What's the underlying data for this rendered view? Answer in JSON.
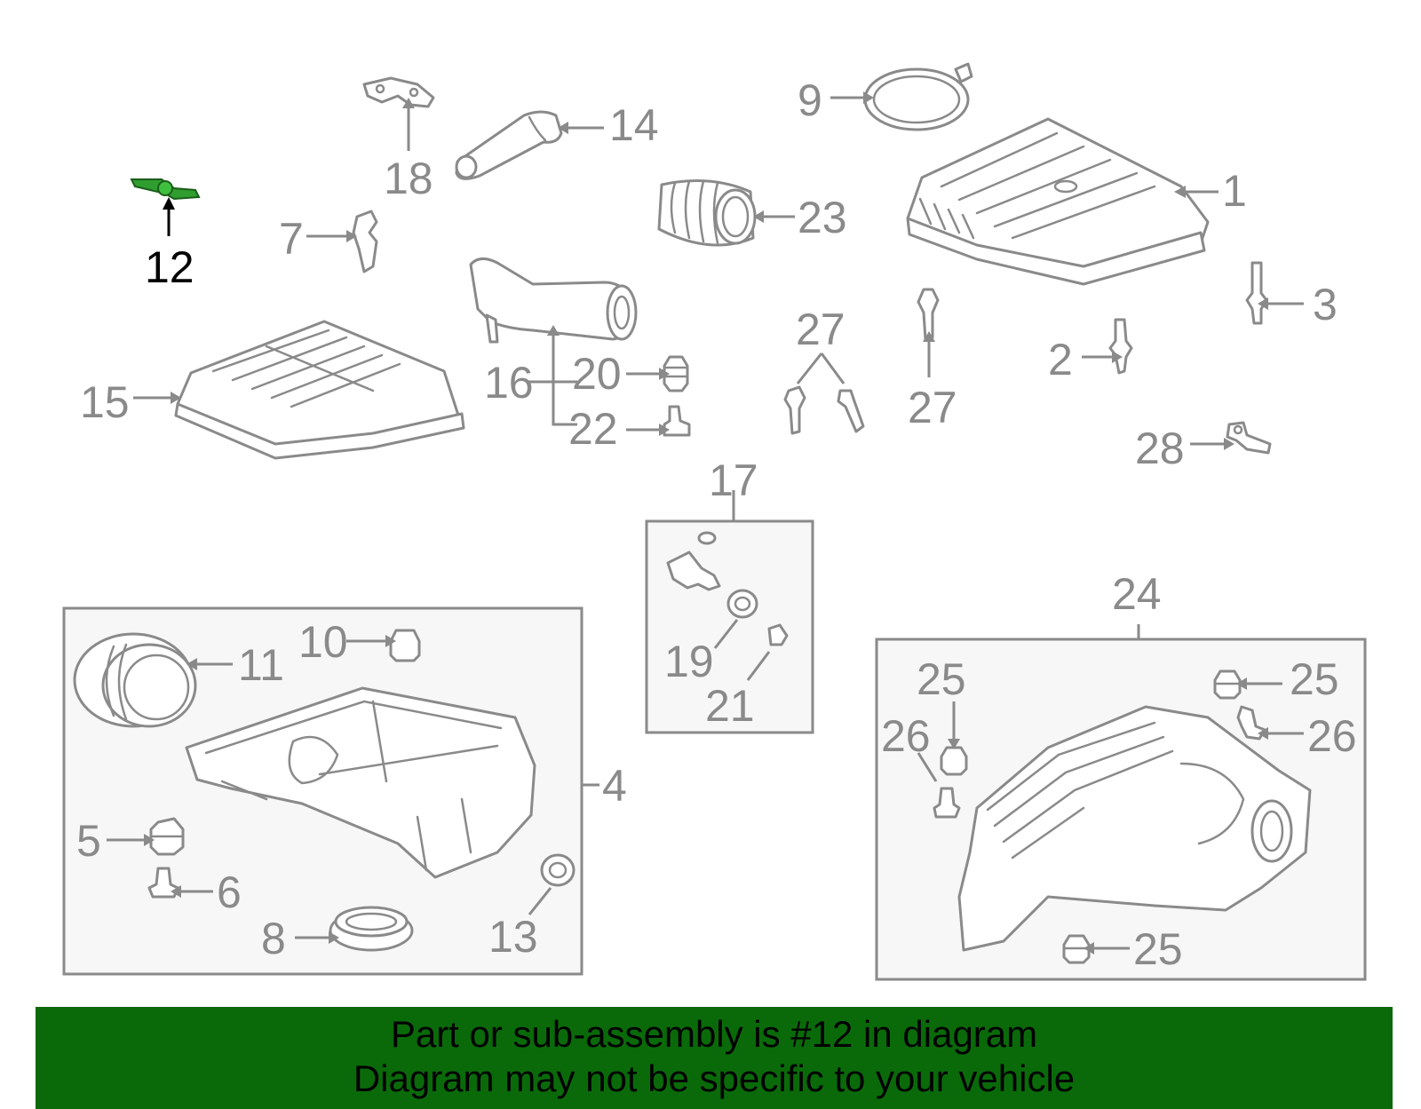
{
  "labels": {
    "p1": "1",
    "p2": "2",
    "p3": "3",
    "p4": "4",
    "p5": "5",
    "p6": "6",
    "p7": "7",
    "p8": "8",
    "p9": "9",
    "p10": "10",
    "p11": "11",
    "p12": "12",
    "p13": "13",
    "p14": "14",
    "p15": "15",
    "p16": "16",
    "p17": "17",
    "p18": "18",
    "p19": "19",
    "p20": "20",
    "p21": "21",
    "p22": "22",
    "p23": "23",
    "p24": "24",
    "p25": "25",
    "p26": "26",
    "p27": "27",
    "p28": "28"
  },
  "banner": {
    "line1": "Part or sub-assembly is #12 in diagram",
    "line2": "Diagram may not be specific to your vehicle"
  },
  "colors": {
    "banner_bg": "#0a6a0a",
    "highlight_part": "#2f9e2f",
    "line_gray": "#8a8a8a"
  }
}
